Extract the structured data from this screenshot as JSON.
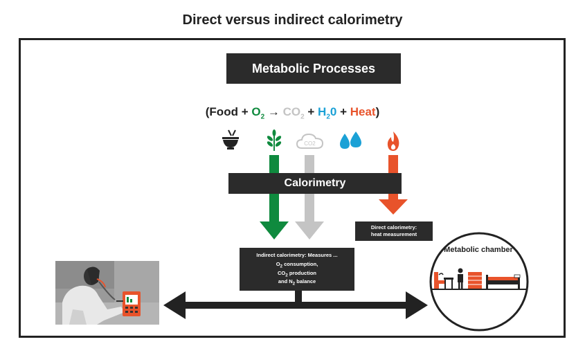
{
  "title": "Direct versus indirect calorimetry",
  "metabolic_processes": "Metabolic Processes",
  "equation": {
    "open": "(",
    "food": "Food",
    "plus1": " + ",
    "o2_main": "O",
    "o2_sub": "2",
    "arrow": " → ",
    "co2_main": "CO",
    "co2_sub": "2",
    "plus2": " + ",
    "h2o_main": "H",
    "h2o_sub": "2",
    "h2o_end": "0",
    "plus3": " + ",
    "heat": "Heat",
    "close": ")"
  },
  "calorimetry": "Calorimetry",
  "direct_box": {
    "line1": "Direct calorimetry:",
    "line2": "heat measurement"
  },
  "indirect_box": {
    "line1": "Indirect calorimetry: Measures ...",
    "line2_main": "O",
    "line2_sub": "2",
    "line2_rest": " consumption,",
    "line3_main": "CO",
    "line3_sub": "2",
    "line3_rest": " production",
    "line4_pre": "and N",
    "line4_sub": "2",
    "line4_rest": " balance"
  },
  "co2_icon_label": "CO2",
  "chamber_label": "Metabolic chamber",
  "icons": [
    "food-bowl-icon",
    "plant-icon",
    "co2-cloud-icon",
    "water-drops-icon",
    "flame-icon"
  ],
  "colors": {
    "dark": "#2b2b2b",
    "green": "#0f8a3e",
    "grey": "#c4c4c4",
    "blue": "#1ba1d6",
    "orange": "#e8532b"
  }
}
